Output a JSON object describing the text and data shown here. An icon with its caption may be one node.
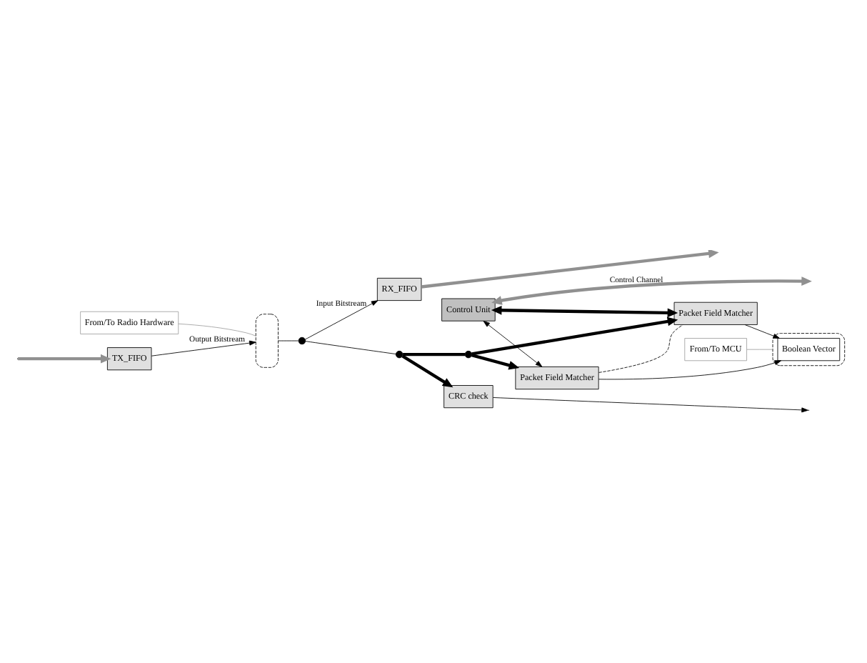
{
  "diagram": {
    "nodes": [
      {
        "text": [],
        "shape": "box"
      },
      {
        "text": [
          "From/To Radio Hardware"
        ]
      },
      {
        "text": [],
        "shape": "box"
      },
      {
        "text": [
          "From/To MCU"
        ]
      },
      {
        "text": [
          "Control Unit"
        ]
      },
      {
        "text": [
          "Packet Field Matcher"
        ]
      },
      {
        "text": [
          "Packet Field Matcher"
        ]
      },
      {
        "text": [
          "CRC check"
        ]
      },
      {
        "text": [
          "RX_FIFO"
        ]
      },
      {
        "text": [
          "TX_FIFO"
        ]
      },
      {
        "text": [],
        "shape": "circle"
      },
      {
        "text": [],
        "shape": "circle"
      },
      {
        "text": [],
        "shape": "circle"
      },
      {
        "text": [
          "Boolean Vector"
        ],
        "in": 2
      }
    ],
    "edges": [
      {
        "from": 4,
        "to": null,
        "arrow": "both",
        "label": "Control Channel",
        "style": "thick",
        "color": "#909090"
      },
      {
        "from": 4,
        "to": 6,
        "arrow": "both",
        "style": "thick"
      },
      {
        "from": 4,
        "to": 5,
        "arrow": "both"
      },
      {
        "from": 5,
        "to": 13,
        "arrow": "to"
      },
      {
        "from": 6,
        "to": 13,
        "arrow": "to"
      },
      {
        "from": 5,
        "to": 6,
        "arrow": "none",
        "style": "dashed"
      },
      {
        "from": 7,
        "to": null,
        "arrow": "to"
      },
      {
        "from": 0,
        "to": 10,
        "arrow": "none"
      },
      {
        "from": 10,
        "to": 8,
        "arrow": "to",
        "label": "Input Bitstream"
      },
      {
        "from": 10,
        "to": 11,
        "arrow": "none"
      },
      {
        "from": 11,
        "to": 7,
        "arrow": "to",
        "style": "thick"
      },
      {
        "from": 11,
        "to": 12,
        "arrow": "none",
        "style": "thick"
      },
      {
        "from": 12,
        "to": 6,
        "arrow": "to",
        "style": "thick"
      },
      {
        "from": 12,
        "to": 5,
        "arrow": "to",
        "style": "thick"
      },
      {
        "from": 8,
        "to": null,
        "arrow": "to",
        "style": "thick",
        "color": "#909090"
      },
      {
        "from": null,
        "to": 9,
        "arrow": "to",
        "style": "thick",
        "color": "#909090"
      },
      {
        "from": 9,
        "to": 0,
        "arrow": "to",
        "label": "Output Bitstream"
      },
      {
        "from": 1,
        "to": 0,
        "arrow": "none",
        "color": "#a0a0a0"
      },
      {
        "from": 3,
        "to": 2,
        "arrow": "none",
        "color": "#a0a0a0"
      }
    ]
  }
}
